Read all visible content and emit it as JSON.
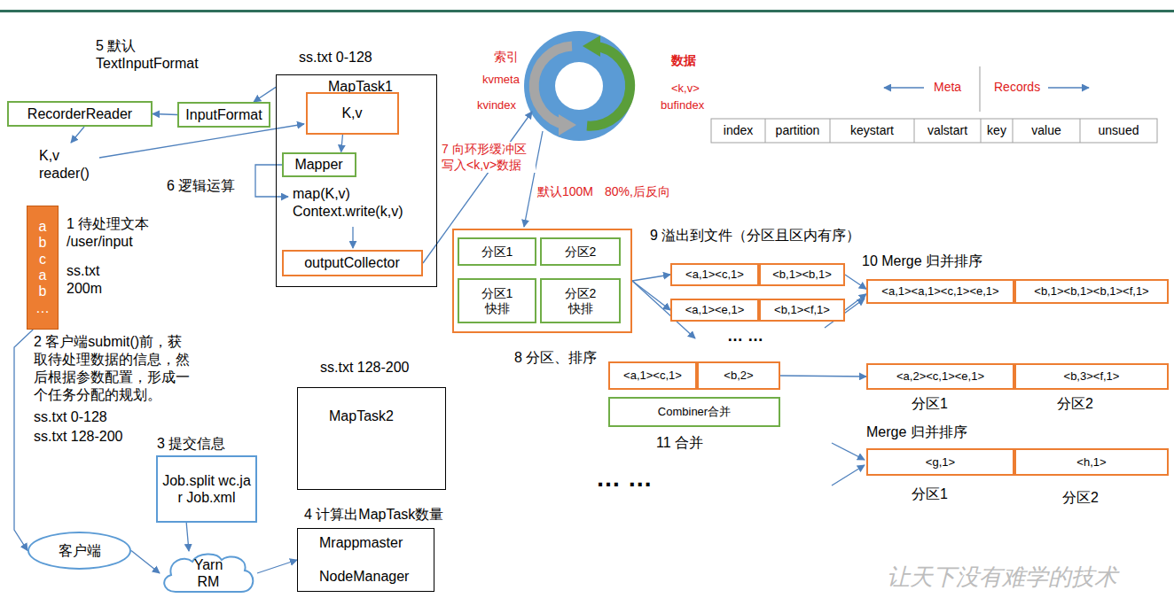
{
  "diagram": {
    "nodes": [
      {
        "text": [
          "RecorderReader"
        ]
      },
      {
        "text": [
          "InputFormat"
        ]
      },
      {
        "text": [
          "ss.txt 0-128",
          "MapTask1",
          "map(K,v) Context.write(k,v)"
        ]
      },
      {
        "text": [
          "K,v"
        ],
        "in": 2
      },
      {
        "text": [
          "Mapper"
        ],
        "in": 2
      },
      {
        "text": [
          "outputCollector"
        ],
        "in": 2
      },
      {
        "text": [
          "a b c a b …"
        ]
      },
      {
        "text": [
          "8 分区、排序"
        ]
      },
      {
        "text": [
          "分区1"
        ],
        "in": 7
      },
      {
        "text": [
          "分区2"
        ],
        "in": 7
      },
      {
        "text": [
          "分区1 快排"
        ],
        "in": 7
      },
      {
        "text": [
          "分区2 快排"
        ],
        "in": 7
      },
      {
        "text": [
          "<a,1><c,1>"
        ]
      },
      {
        "text": [
          "<b,1><b,1>"
        ]
      },
      {
        "text": [
          "<a,1><e,1>"
        ]
      },
      {
        "text": [
          "<b,1><f,1>"
        ]
      },
      {
        "text": [
          "<a,1><a,1><c,1><e,1>"
        ]
      },
      {
        "text": [
          "<b,1><b,1><b,1><f,1>"
        ]
      },
      {
        "text": [
          "<a,1><c,1>"
        ]
      },
      {
        "text": [
          "<b,2>"
        ]
      },
      {
        "text": [
          "Combiner合并"
        ]
      },
      {
        "text": [
          "<a,2><c,1><e,1>"
        ]
      },
      {
        "text": [
          "<b,3><f,1>"
        ]
      },
      {
        "text": [
          "<g,1>"
        ]
      },
      {
        "text": [
          "<h,1>"
        ]
      },
      {
        "text": [
          "ss.txt 128-200",
          "MapTask2"
        ]
      },
      {
        "text": [
          "Job.split wc.jar Job.xml"
        ]
      },
      {
        "text": [
          "客户端"
        ]
      },
      {
        "text": [
          "Yarn RM"
        ]
      },
      {
        "text": [
          "Mrappmaster",
          "NodeManager"
        ]
      }
    ],
    "edges": [
      {
        "from": 1,
        "to": 0,
        "arrow": "to"
      },
      {
        "from": 2,
        "to": 1,
        "arrow": "to"
      },
      {
        "from": 3,
        "to": 4,
        "arrow": "to"
      },
      {
        "from": 7,
        "to": 12,
        "arrow": "to"
      },
      {
        "from": 7,
        "to": 14,
        "arrow": "to"
      },
      {
        "from": 13,
        "to": 16,
        "arrow": "to"
      },
      {
        "from": 15,
        "to": 16,
        "arrow": "to"
      },
      {
        "from": 19,
        "to": 21,
        "arrow": "to"
      },
      {
        "from": 6,
        "to": 27,
        "arrow": "to"
      },
      {
        "from": 27,
        "to": 28,
        "arrow": "to"
      },
      {
        "from": 26,
        "to": 28,
        "arrow": "to"
      },
      {
        "from": 28,
        "to": 29,
        "arrow": "to"
      }
    ],
    "labels": [
      "5 默认 TextInputFormat",
      "K,v reader()",
      "6 逻辑运算",
      "1 待处理文本 /user/input",
      "ss.txt 200m",
      "2 客户端submit()前，获取待处理数据的信息，然后根据参数配置，形成一个任务分配的规划。",
      "ss.txt 0-128",
      "ss.txt 128-200",
      "3 提交信息",
      "4 计算出MapTask数量",
      "7 向环形缓冲区写入<k,v>数据",
      "索引",
      "kvmeta",
      "kvindex",
      "数据",
      "<k,v>",
      "bufindex",
      "默认100M",
      "80%,后反向",
      "Meta",
      "Records",
      "index",
      "partition",
      "keystart",
      "valstart",
      "key",
      "value",
      "unsued",
      "9 溢出到文件（分区且区内有序）",
      "… …",
      "10 Merge 归并排序",
      "11 合并",
      "分区1",
      "分区2",
      "Merge 归并排序",
      "分区1",
      "分区2",
      "… …",
      "让天下没有难学的技术"
    ]
  }
}
